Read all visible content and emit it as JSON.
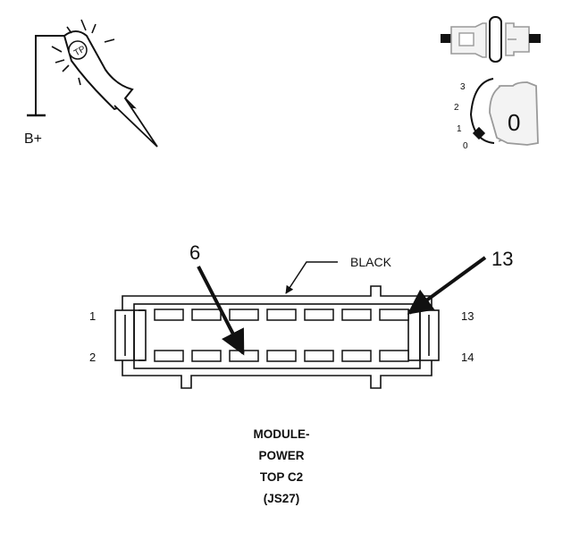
{
  "probe": {
    "supply_label": "B+"
  },
  "ignition": {
    "positions": [
      "3",
      "2",
      "1",
      "0"
    ],
    "key_label": "0"
  },
  "connector": {
    "color_label": "BLACK",
    "callouts": [
      "6",
      "13"
    ],
    "row_labels_left": [
      "1",
      "2"
    ],
    "row_labels_right": [
      "13",
      "14"
    ],
    "cavities_per_row": 7
  },
  "caption": {
    "lines": [
      "MODULE-",
      "POWER",
      "TOP C2",
      "(JS27)"
    ]
  },
  "colors": {
    "line": "#111111",
    "icon_gray": "#9a9a9a",
    "background": "#ffffff"
  }
}
